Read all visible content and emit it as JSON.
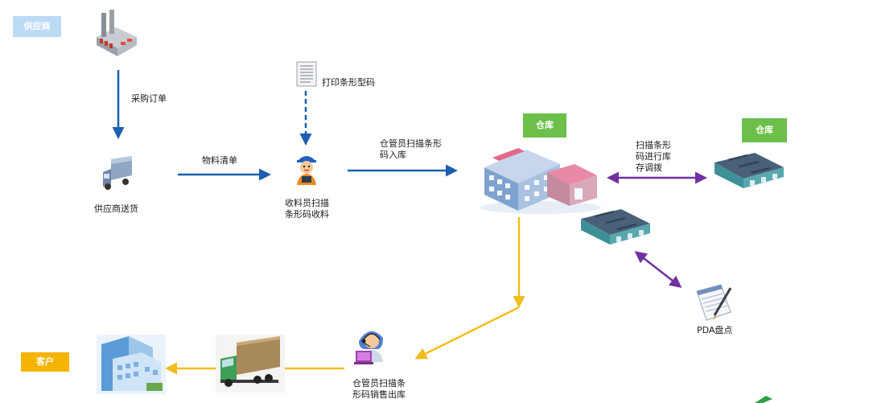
{
  "tags": {
    "supplier": "供应商",
    "warehouse_main": "仓库",
    "warehouse_side": "仓库",
    "customer": "客户"
  },
  "labels": {
    "purchase_order": "采购订单",
    "print_barcode": "打印条形型码",
    "material_list": "物料清单",
    "supplier_delivery": "供应商送货",
    "receiver_scan": "收料员扫描\n条形码收料",
    "keeper_scan_in": "仓管员扫描条形\n码入库",
    "scan_transfer": "扫描条形\n码进行库\n存调拨",
    "pda_inventory": "PDA盘点",
    "keeper_scan_out": "仓管员扫描条\n形码销售出库"
  },
  "colors": {
    "flow_blue": "#1b5fae",
    "flow_yellow": "#f2bd1a",
    "flow_purple": "#7030a0",
    "tag_supplier": "#bcdaf4",
    "tag_warehouse": "#6cc04a",
    "tag_customer": "#f4b400"
  },
  "icons": [
    "factory-icon",
    "document-icon",
    "delivery-truck-icon",
    "receiver-worker-icon",
    "warehouse-building-icon",
    "warehouse-depot-icon",
    "notepad-pen-icon",
    "operator-headset-icon",
    "cargo-truck-icon",
    "office-building-icon"
  ]
}
